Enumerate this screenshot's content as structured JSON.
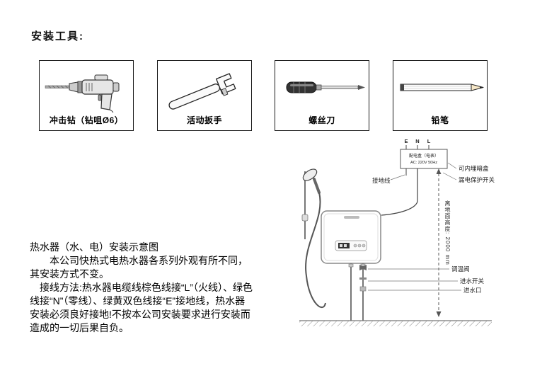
{
  "page": {
    "title": "安装工具:"
  },
  "tools": [
    {
      "name": "impact-drill",
      "label": "冲击钻（钻咀Ø6）"
    },
    {
      "name": "adjustable-wrench",
      "label": "活动扳手"
    },
    {
      "name": "screwdriver",
      "label": "螺丝刀"
    },
    {
      "name": "pencil",
      "label": "铅笔"
    }
  ],
  "description": {
    "heading": "热水器（水、电）安装示意图",
    "para1": "本公司快热式电热水器各系列外观有所不同，其安装方式不变。",
    "para2": "接线方法:热水器电缆线棕色线接“L”（火线）、绿色线接“N”（零线）、绿黄双色线接“E”接地线，热水器安装必须良好接地!不按本公司安装要求进行安装而造成的一切后果自负。"
  },
  "diagram": {
    "terminals": [
      "E",
      "N",
      "L"
    ],
    "power_box": {
      "line1": "配电盒（电表）",
      "line2": "AC: 220V 50Hz"
    },
    "labels": {
      "hidden_box": "可内埋暗盒",
      "leakage_switch": "漏电保护开关",
      "ground_wire": "接地线",
      "height": "离地面高度: 2000 mm",
      "temp_valve": "调温阀",
      "water_switch": "进水开关",
      "water_inlet": "进水口"
    }
  }
}
